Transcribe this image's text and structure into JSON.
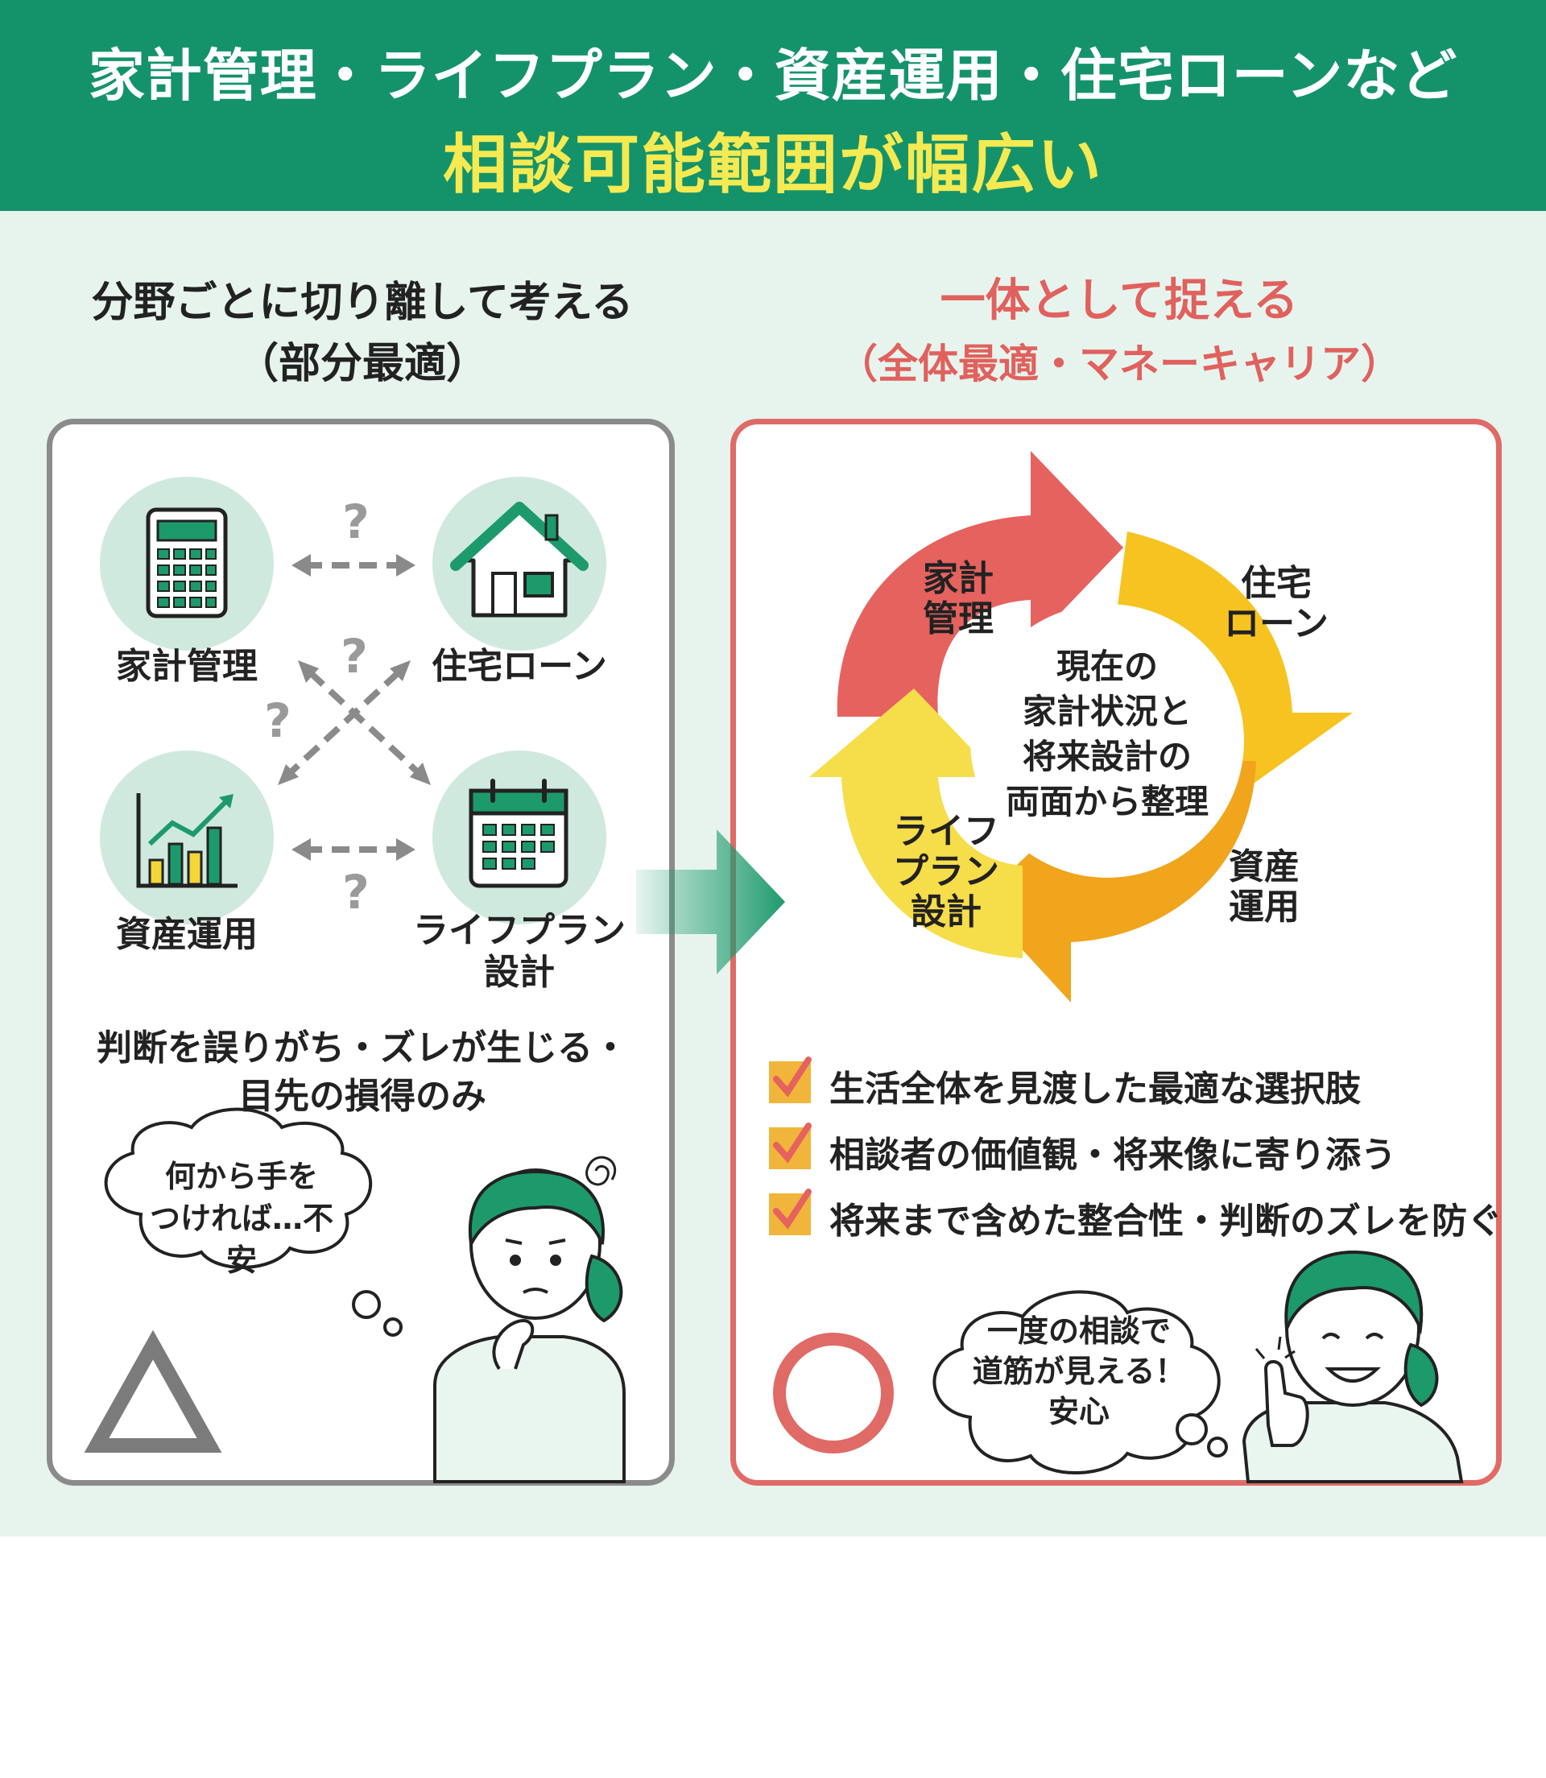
{
  "title": {
    "line1": "家計管理・ライフプラン・資産運用・住宅ローンなど",
    "line2": "相談可能範囲が幅広い"
  },
  "left": {
    "heading1": "分野ごとに切り離して考える",
    "heading2": "（部分最適）",
    "items": [
      "家計管理",
      "住宅ローン",
      "資産運用",
      "ライフプラン",
      "設計"
    ],
    "question_mark": "?",
    "problem1": "判断を誤りがち・ズレが生じる・",
    "problem2": "目先の損得のみ",
    "bubble1": "何から手を",
    "bubble2": "つければ…不安",
    "rating": "triangle"
  },
  "right": {
    "heading1": "一体として捉える",
    "heading2": "（全体最適・マネーキャリア）",
    "cycle": [
      {
        "l1": "家計",
        "l2": "管理",
        "color": "#e5625f"
      },
      {
        "l1": "住宅",
        "l2": "ローン",
        "color": "#f6c320"
      },
      {
        "l1": "資産",
        "l2": "運用",
        "color": "#f0a51d"
      },
      {
        "l1": "ライフ",
        "l2": "プラン",
        "l3": "設計",
        "color": "#f6dd4a"
      }
    ],
    "center": [
      "現在の",
      "家計状況と",
      "将来設計の",
      "両面から整理"
    ],
    "checks": [
      "生活全体を見渡した最適な選択肢",
      "相談者の価値観・将来像に寄り添う",
      "将来まで含めた整合性・判断のズレを防ぐ"
    ],
    "bubble1": "一度の相談で",
    "bubble2": "道筋が見える！",
    "bubble3": "安心",
    "rating": "circle"
  },
  "colors": {
    "banner": "#14936a",
    "accent_yellow": "#f5ea52",
    "accent_red": "#e0615d",
    "bg_mint": "#e7f4ee",
    "green": "#1d9a6c"
  }
}
